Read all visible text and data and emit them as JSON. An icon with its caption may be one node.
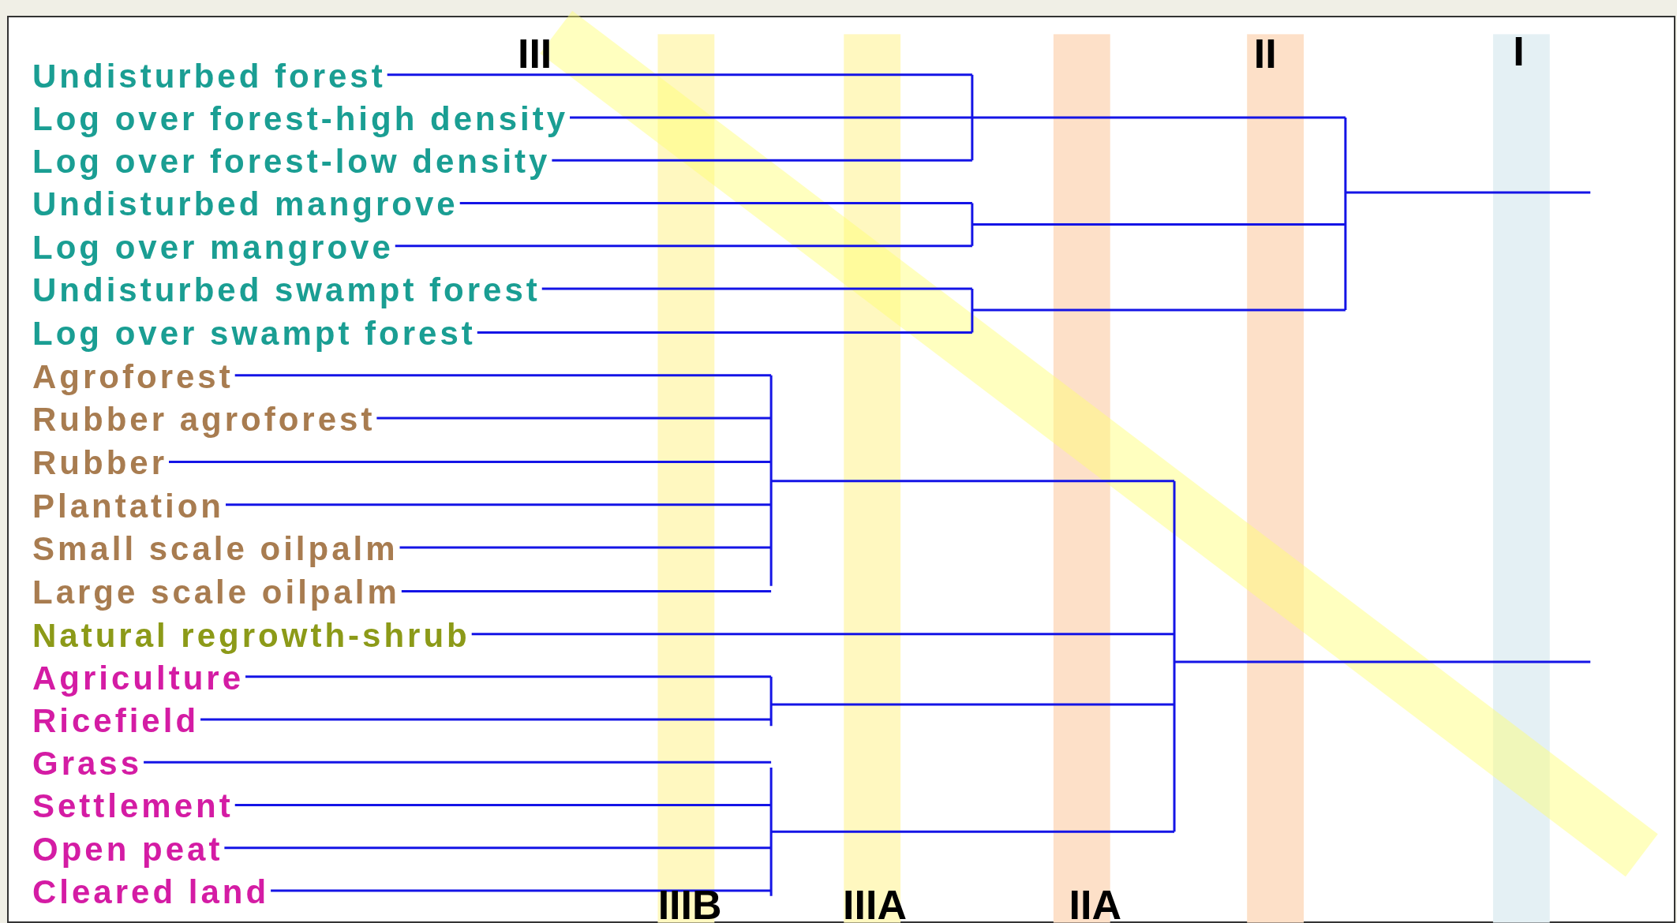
{
  "diagram": {
    "nodes": [
      {
        "text": [
          "Undisturbed forest"
        ]
      },
      {
        "text": [
          "Log over forest-high density"
        ]
      },
      {
        "text": [
          "Log over forest-low density"
        ]
      },
      {
        "text": [
          "Undisturbed mangrove"
        ]
      },
      {
        "text": [
          "Log over mangrove"
        ]
      },
      {
        "text": [
          "Undisturbed swampt forest"
        ]
      },
      {
        "text": [
          "Log over swampt forest"
        ]
      },
      {
        "text": [
          "Agroforest"
        ]
      },
      {
        "text": [
          "Rubber agroforest"
        ]
      },
      {
        "text": [
          "Rubber"
        ]
      },
      {
        "text": [
          "Plantation"
        ]
      },
      {
        "text": [
          "Small scale oilpalm"
        ]
      },
      {
        "text": [
          "Large scale oilpalm"
        ]
      },
      {
        "text": [
          "Natural regrowth-shrub"
        ]
      },
      {
        "text": [
          "Agriculture"
        ]
      },
      {
        "text": [
          "Ricefield"
        ]
      },
      {
        "text": [
          "Grass"
        ]
      },
      {
        "text": [
          "Settlement"
        ]
      },
      {
        "text": [
          "Open peat"
        ]
      },
      {
        "text": [
          "Cleared land"
        ]
      }
    ],
    "edges": [
      {
        "from": 0,
        "to": null,
        "arrow": "none"
      },
      {
        "from": 1,
        "to": null,
        "arrow": "none"
      },
      {
        "from": 2,
        "to": null,
        "arrow": "none"
      },
      {
        "from": 3,
        "to": null,
        "arrow": "none"
      },
      {
        "from": 4,
        "to": null,
        "arrow": "none"
      },
      {
        "from": 5,
        "to": null,
        "arrow": "none"
      },
      {
        "from": 6,
        "to": null,
        "arrow": "none"
      },
      {
        "from": 7,
        "to": null,
        "arrow": "none"
      },
      {
        "from": 8,
        "to": null,
        "arrow": "none"
      },
      {
        "from": 9,
        "to": null,
        "arrow": "none"
      },
      {
        "from": 10,
        "to": null,
        "arrow": "none"
      },
      {
        "from": 11,
        "to": null,
        "arrow": "none"
      },
      {
        "from": 12,
        "to": null,
        "arrow": "none"
      },
      {
        "from": 13,
        "to": null,
        "arrow": "none"
      },
      {
        "from": 14,
        "to": null,
        "arrow": "none"
      },
      {
        "from": 15,
        "to": null,
        "arrow": "none"
      },
      {
        "from": 16,
        "to": null,
        "arrow": "none"
      },
      {
        "from": 17,
        "to": null,
        "arrow": "none"
      },
      {
        "from": 18,
        "to": null,
        "arrow": "none"
      },
      {
        "from": 19,
        "to": null,
        "arrow": "none"
      }
    ],
    "labels": [
      "III",
      "II",
      "I",
      "IIIB",
      "IIIA",
      "IIA"
    ]
  }
}
